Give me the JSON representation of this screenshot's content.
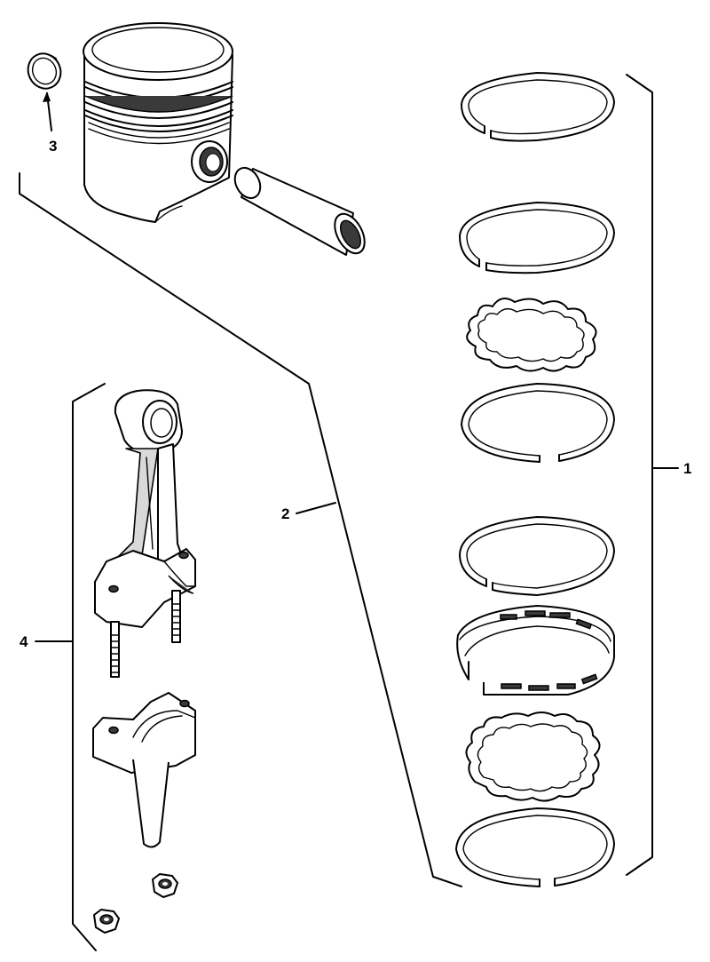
{
  "callouts": {
    "c1": "1",
    "c2": "2",
    "c3": "3",
    "c4": "4"
  },
  "colors": {
    "ink": "#000000",
    "paper": "#ffffff",
    "shade": "#3a3a3a"
  }
}
